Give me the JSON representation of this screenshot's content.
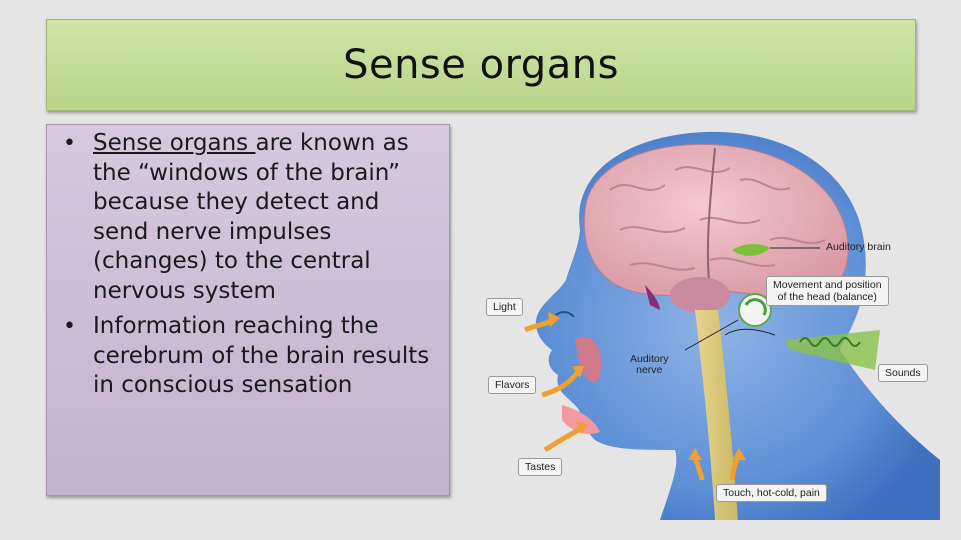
{
  "slide": {
    "title": "Sense organs"
  },
  "bullets": {
    "item1_term": "Sense organs ",
    "item1_rest": "are known as the “windows of the brain” because they detect and send nerve impulses (changes) to the central nervous system",
    "item2": "Information reaching the cerebrum of the brain results in conscious sensation"
  },
  "figure": {
    "labels": {
      "light": "Light",
      "flavors": "Flavors",
      "tastes": "Tastes",
      "auditory_brain": "Auditory brain",
      "movement_line1": "Movement and position",
      "movement_line2": "of the head (balance)",
      "auditory_nerve_line1": "Auditory",
      "auditory_nerve_line2": "nerve",
      "sounds": "Sounds",
      "touch": "Touch, hot-cold, pain"
    }
  },
  "colors": {
    "title_bg": "#c6dd9c",
    "text_box_bg": "#cdbed5",
    "page_bg": "#e5e5e5"
  }
}
